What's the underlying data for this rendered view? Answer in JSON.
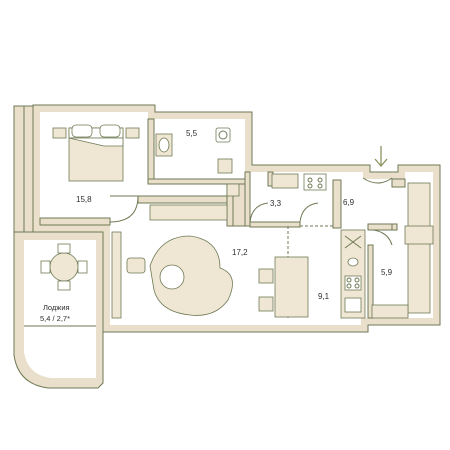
{
  "rooms": {
    "bedroom_area": "15,8",
    "bathroom_area": "5,5",
    "storage_area": "3,3",
    "hall_area": "6,9",
    "living_area": "17,2",
    "kitchen_area": "9,1",
    "corridor_area": "5,9",
    "loggia_label": "Лоджия",
    "loggia_area": "5,4 / 2,7*"
  },
  "colors": {
    "wall_fill": "#e9dfcb",
    "line": "#6f7a55",
    "entrance_arrow": "#8a9260"
  },
  "icons": {
    "entrance": "arrow-down-icon"
  }
}
